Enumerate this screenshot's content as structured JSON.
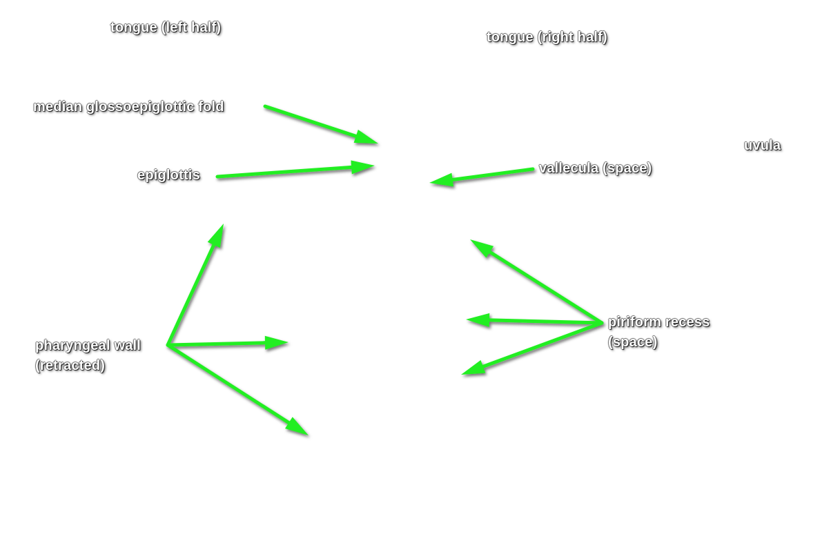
{
  "labels": {
    "tongue_left": "tongue (left half)",
    "tongue_right": "tongue (right half)",
    "median_fold": "median glossoepiglottic fold",
    "uvula": "uvula",
    "epiglottis": "epiglottis",
    "vallecula": "vallecula (space)",
    "pharyngeal_wall_line1": "pharyngeal wall",
    "pharyngeal_wall_line2": "(retracted)",
    "piriform_line1": "piriform recess",
    "piriform_line2": "(space)"
  },
  "colors": {
    "arrow": "#22ee22",
    "label_text": "#ffffff",
    "background": "#ffffff"
  }
}
